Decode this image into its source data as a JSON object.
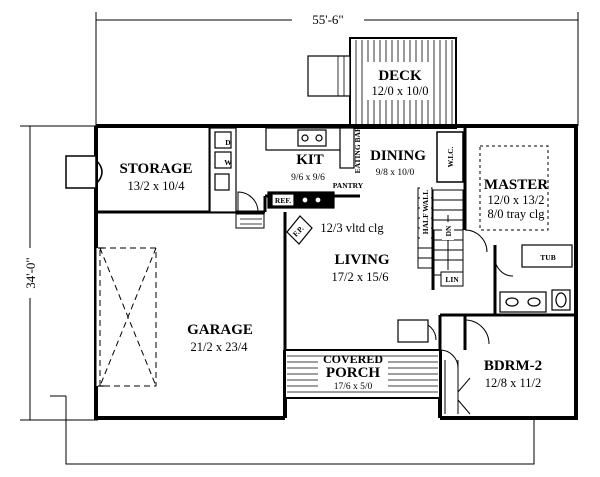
{
  "overall_width": "55'-6\"",
  "overall_depth": "34'-0\"",
  "rooms": {
    "deck": {
      "name": "DECK",
      "size": "12/0 x 10/0"
    },
    "storage": {
      "name": "STORAGE",
      "size": "13/2 x 10/4"
    },
    "kit": {
      "name": "KIT",
      "size": "9/6 x 9/6"
    },
    "dining": {
      "name": "DINING",
      "size": "9/8 x 10/0"
    },
    "master": {
      "name": "MASTER",
      "size": "12/0 x 13/2",
      "note": "8/0 tray clg"
    },
    "living": {
      "name": "LIVING",
      "size": "17/2 x 15/6",
      "note": "12/3 vltd clg"
    },
    "garage": {
      "name": "GARAGE",
      "size": "21/2 x 23/4"
    },
    "porch": {
      "name": "COVERED",
      "name2": "PORCH",
      "size": "17/6 x 5/0"
    },
    "bdrm2": {
      "name": "BDRM-2",
      "size": "12/8 x 11/2"
    }
  },
  "small_labels": {
    "eating_bar": "EATING BAR",
    "pantry": "PANTRY",
    "ref": "REF.",
    "fp": "F.P.",
    "wic": "W.I.C.",
    "half_wall": "HALF WALL",
    "dn": "DN",
    "lin": "LIN",
    "tub": "TUB",
    "d": "D",
    "w": "W"
  }
}
